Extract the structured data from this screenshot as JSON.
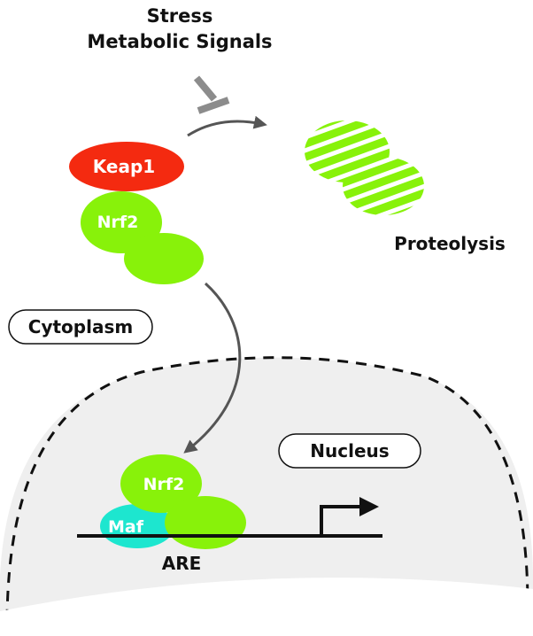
{
  "labels": {
    "stress": "Stress",
    "metabolic_signals": "Metabolic Signals",
    "keap1": "Keap1",
    "nrf2_cytoplasm": "Nrf2",
    "proteolysis": "Proteolysis",
    "cytoplasm": "Cytoplasm",
    "nucleus": "Nucleus",
    "nrf2_nucleus": "Nrf2",
    "maf": "Maf",
    "are": "ARE"
  },
  "colors": {
    "keap1": "#f42a10",
    "nrf2": "#88f20a",
    "maf": "#1de6cf",
    "inhibitor": "#8c8c8c",
    "arrow": "#555555",
    "nucleus_fill": "#efefef",
    "text_dark": "#111111",
    "text_light": "#ffffff"
  },
  "icons": {
    "inhibition": "t-bar-inhibition-icon",
    "transcription_start": "bent-arrow-icon"
  }
}
